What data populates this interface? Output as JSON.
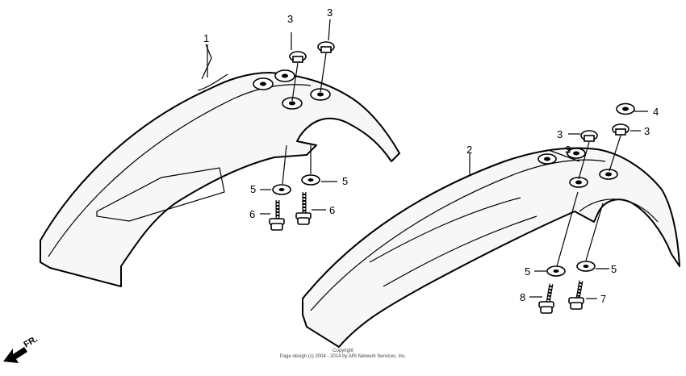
{
  "callouts": [
    "1",
    "2",
    "3",
    "3",
    "3",
    "3",
    "3",
    "4",
    "5",
    "5",
    "5",
    "5",
    "6",
    "6",
    "7",
    "8"
  ],
  "direction_label": "FR.",
  "copyright_line1": "Copyright",
  "copyright_line2": "Page design (c) 2004 - 2014 by ARI Network Services, Inc."
}
